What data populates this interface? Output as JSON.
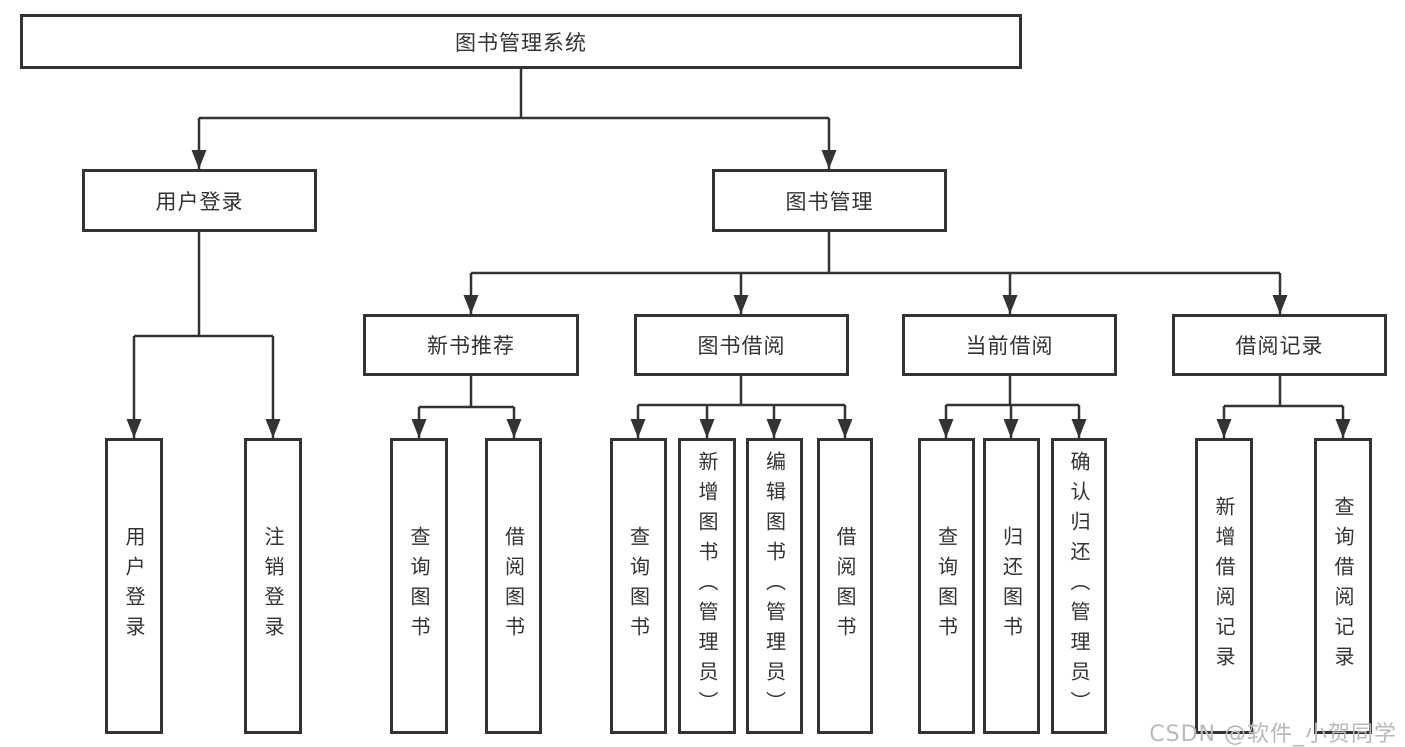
{
  "diagram": {
    "type": "hierarchy-tree",
    "orientation": "top-down",
    "colors": {
      "line": "#333333",
      "box_border": "#333333",
      "box_fill": "#ffffff",
      "text": "#333333",
      "background": "#ffffff",
      "watermark": "#b9b9b9"
    },
    "tree": {
      "label": "图书管理系统",
      "children": [
        {
          "label": "用户登录",
          "children": [
            {
              "label": "用户登录"
            },
            {
              "label": "注销登录"
            }
          ]
        },
        {
          "label": "图书管理",
          "children": [
            {
              "label": "新书推荐",
              "children": [
                {
                  "label": "查询图书"
                },
                {
                  "label": "借阅图书"
                }
              ]
            },
            {
              "label": "图书借阅",
              "children": [
                {
                  "label": "查询图书"
                },
                {
                  "label": "新增图书（管理员）"
                },
                {
                  "label": "编辑图书（管理员）"
                },
                {
                  "label": "借阅图书"
                }
              ]
            },
            {
              "label": "当前借阅",
              "children": [
                {
                  "label": "查询图书"
                },
                {
                  "label": "归还图书"
                },
                {
                  "label": "确认归还（管理员）"
                }
              ]
            },
            {
              "label": "借阅记录",
              "children": [
                {
                  "label": "新增借阅记录"
                },
                {
                  "label": "查询借阅记录"
                }
              ]
            }
          ]
        }
      ]
    },
    "watermark": {
      "text": "CSDN @软件_小贺同学"
    }
  }
}
